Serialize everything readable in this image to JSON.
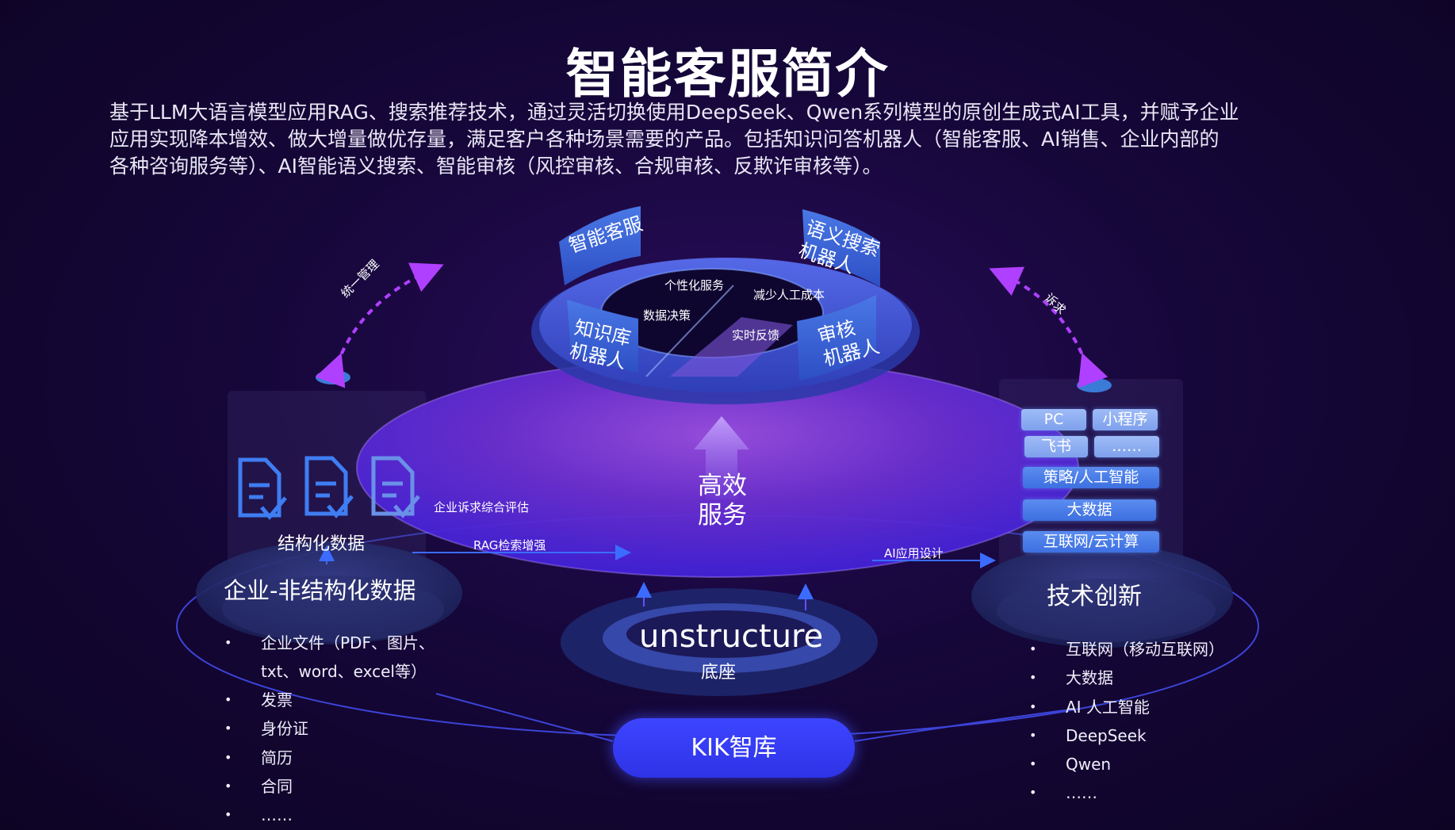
{
  "title": "智能客服简介",
  "intro_lines": [
    "基于LLM大语言模型应用RAG、搜索推荐技术，通过灵活切换使用DeepSeek、Qwen系列模型的原创生成式AI工具，并赋予企业",
    "应用实现降本增效、做大增量做优存量，满足客户各种场景需要的产品。包括知识问答机器人（智能客服、AI销售、企业内部的",
    "各种咨询服务等）、AI智能语义搜索、智能审核（风控审核、合规审核、反欺诈审核等）。"
  ],
  "ring": {
    "tabs": [
      "智能客服",
      "语义搜索\n机器人",
      "知识库\n机器人",
      "审核\n机器人"
    ],
    "inner_labels": [
      "个性化服务",
      "减少人工成本",
      "数据决策",
      "实时反馈"
    ]
  },
  "center": {
    "title": "高效\n服务",
    "eval_label": "企业诉求综合评估",
    "rag_label": "RAG检索增强",
    "ai_design_label": "AI应用设计"
  },
  "left": {
    "curve_label": "统一管理",
    "structured_label": "结构化数据",
    "title": "企业-非结构化数据",
    "bullets": [
      "企业文件（PDF、图片、txt、word、excel等）",
      "发票",
      "身份证",
      "简历",
      "合同",
      "……"
    ]
  },
  "right": {
    "curve_label": "诉求",
    "stack": [
      [
        "PC",
        "小程序"
      ],
      [
        "飞书",
        "……"
      ],
      [
        "策略/人工智能"
      ],
      [
        "大数据"
      ],
      [
        "互联网/云计算"
      ]
    ],
    "title": "技术创新",
    "bullets": [
      "互联网（移动互联网）",
      "大数据",
      "AI 人工智能",
      "DeepSeek",
      "Qwen",
      "……"
    ]
  },
  "base": {
    "name": "unstructure",
    "sub": "底座"
  },
  "kik_label": "KIK智库",
  "colors": {
    "background": "#16073a",
    "accent_blue": "#3d45ff",
    "tab_blue": "#3b5fd6",
    "arrow_purple": "#a030ff"
  }
}
